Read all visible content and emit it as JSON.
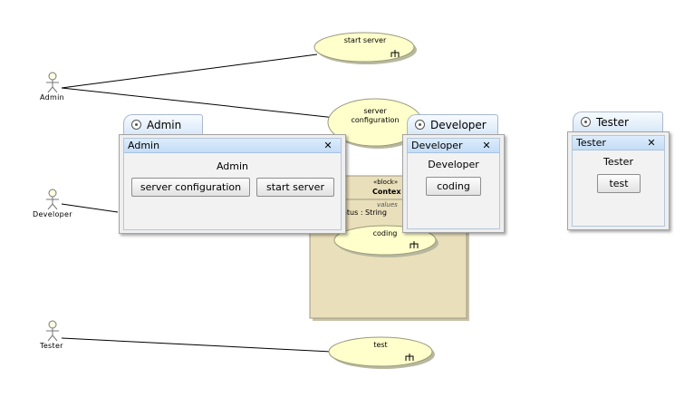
{
  "actors": [
    {
      "name": "Admin"
    },
    {
      "name": "Developer"
    },
    {
      "name": "Tester"
    }
  ],
  "use_cases": {
    "start_server": "start server",
    "server_configuration_line1": "server",
    "server_configuration_line2": "configuration",
    "coding": "coding",
    "test": "test"
  },
  "block": {
    "stereotype": "«block»",
    "name": "Contex",
    "compartment": "values",
    "value": "atus : String"
  },
  "panels": {
    "admin": {
      "tab_label": "Admin",
      "header": "Admin",
      "name": "Admin",
      "buttons": [
        "server configuration",
        "start server"
      ]
    },
    "developer": {
      "tab_label": "Developer",
      "header": "Developer",
      "name": "Developer",
      "buttons": [
        "coding"
      ]
    },
    "tester": {
      "tab_label": "Tester",
      "header": "Tester",
      "name": "Tester",
      "buttons": [
        "test"
      ]
    }
  },
  "icons": {
    "close": "close-icon",
    "tab": "component-icon",
    "use_case_marker": "rake-icon"
  },
  "colors": {
    "use_case_fill": "#ffffcc",
    "block_fill": "#e6dcb4",
    "panel_header": "#c4ddf6",
    "panel_body": "#f2f2f2"
  }
}
